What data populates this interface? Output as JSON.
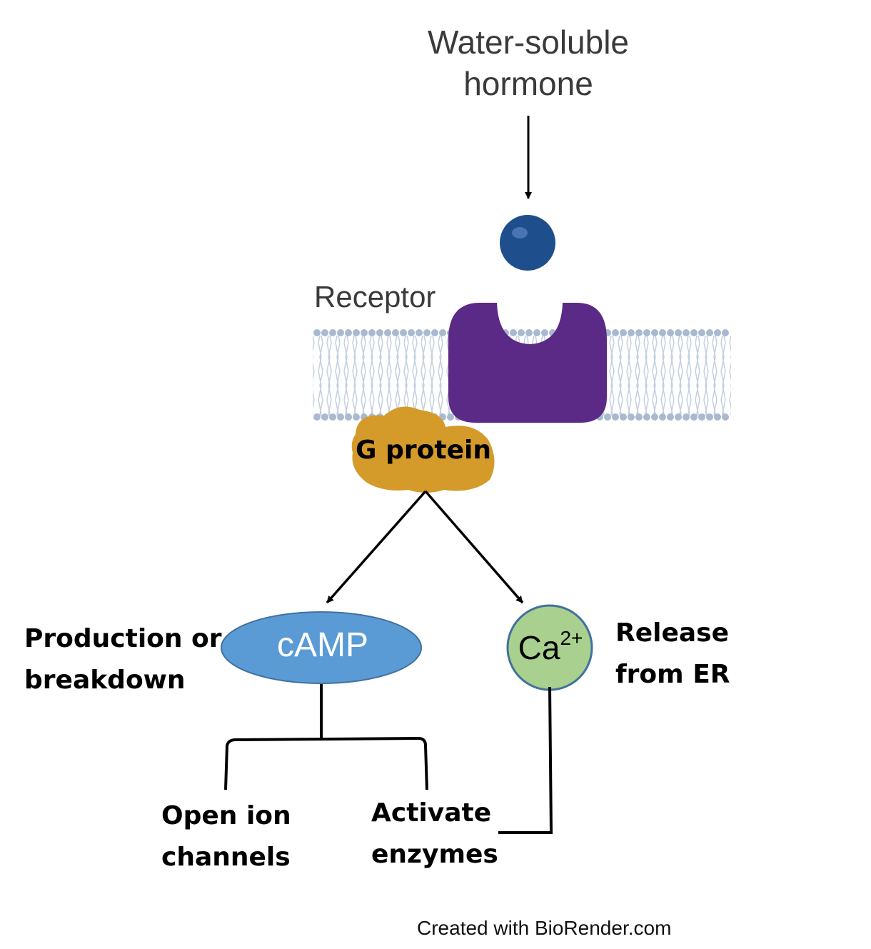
{
  "hormone": {
    "line1": "Water-soluble",
    "line2": "hormone"
  },
  "receptor": {
    "label": "Receptor"
  },
  "g_protein": {
    "label": "G protein"
  },
  "camp": {
    "label": "cAMP",
    "note_line1": "Production or",
    "note_line2": "breakdown"
  },
  "calcium": {
    "base": "Ca",
    "charge": "2+",
    "note_line1": "Release",
    "note_line2": "from ER"
  },
  "outcomes": {
    "ion_line1": "Open ion",
    "ion_line2": "channels",
    "enzyme_line1": "Activate",
    "enzyme_line2": "enzymes"
  },
  "credit": "Created with BioRender.com",
  "colors": {
    "hormone_ball": "#1f4e8c",
    "receptor": "#5b2a86",
    "membrane": "#a9b9d0",
    "g_protein": "#d49a2a",
    "camp": "#5b9bd5",
    "calcium": "#a9d08e"
  }
}
